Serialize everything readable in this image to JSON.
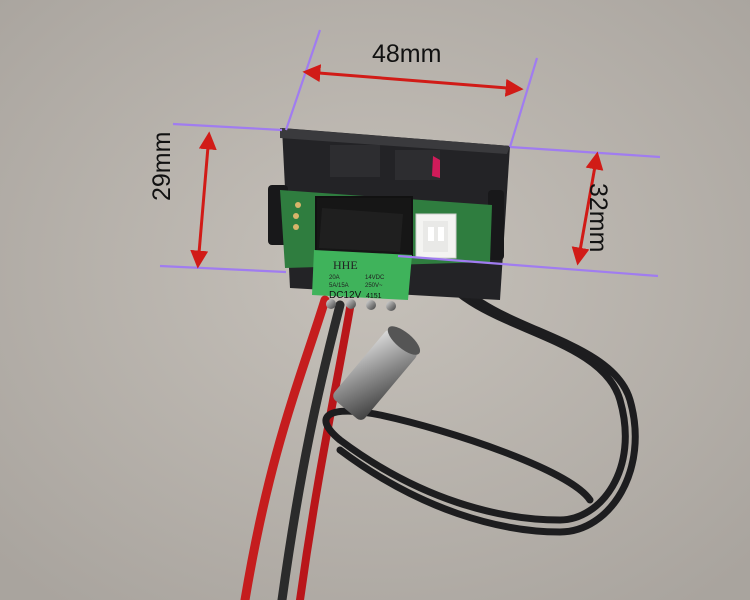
{
  "dimensions": {
    "width": "48mm",
    "height": "29mm",
    "depth": "32mm"
  },
  "relay": {
    "brand": "HHE",
    "rating_a": "20A",
    "rating_b": "5A/15A",
    "rating_c": "14VDC",
    "rating_d": "250V~",
    "coil": "DC12V",
    "code": "4151"
  },
  "colors": {
    "guide_lines": "#a07cf0",
    "arrows": "#d11b17",
    "pcb": "#2f7d3f",
    "housing": "#242426"
  }
}
